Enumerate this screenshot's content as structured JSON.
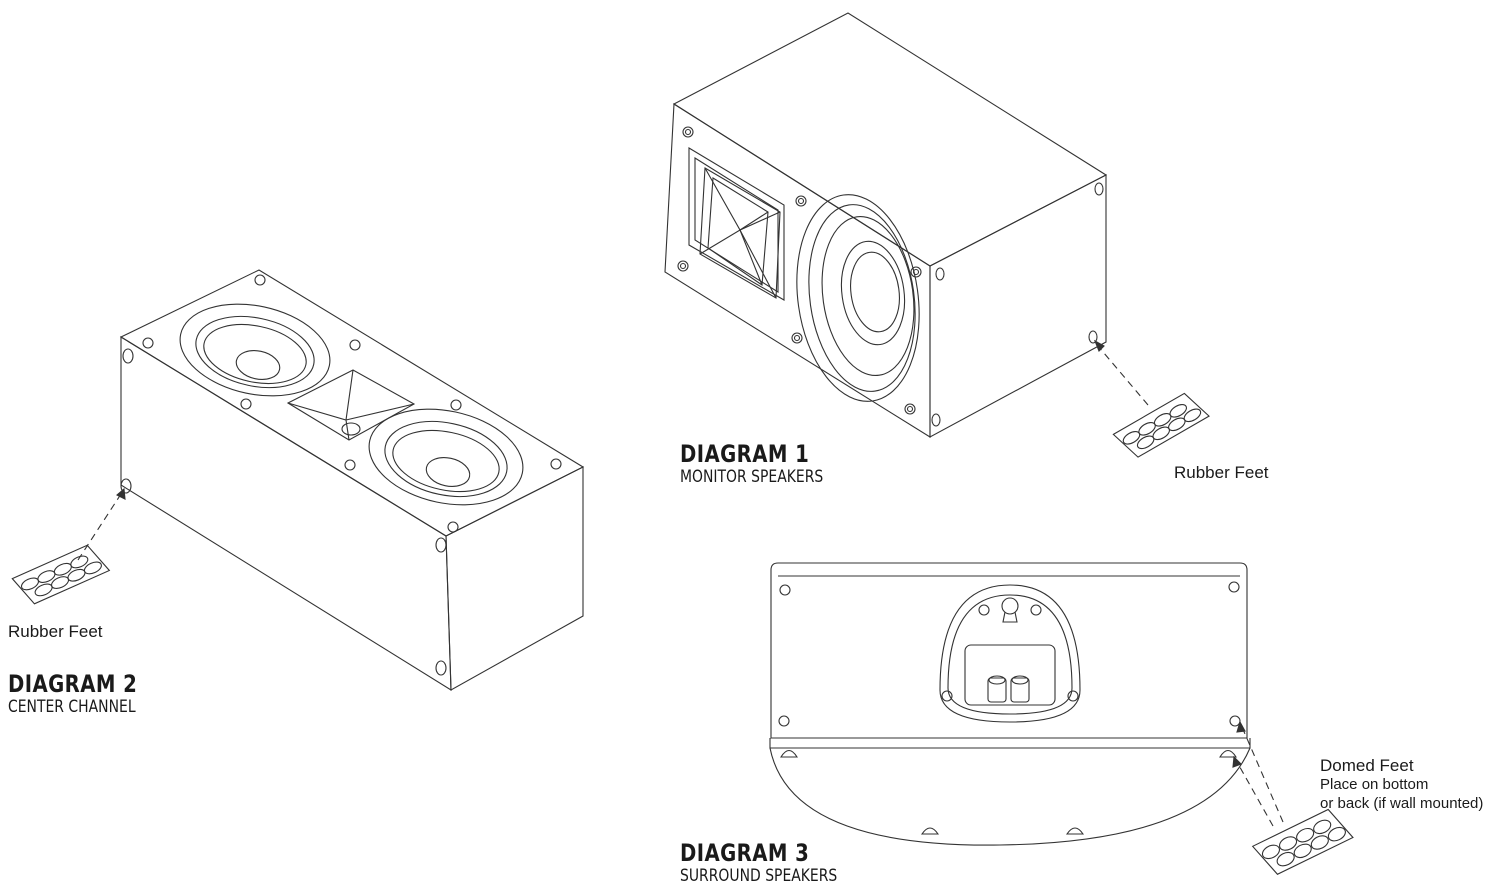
{
  "diagram1": {
    "title": "DIAGRAM 1",
    "subtitle": "MONITOR SPEAKERS",
    "feet_label": "Rubber Feet"
  },
  "diagram2": {
    "title": "DIAGRAM 2",
    "subtitle": "CENTER CHANNEL",
    "feet_label": "Rubber Feet"
  },
  "diagram3": {
    "title": "DIAGRAM 3",
    "subtitle": "SURROUND SPEAKERS",
    "feet_label": "Domed Feet",
    "note_line1": "Place on bottom",
    "note_line2": "or back (if wall mounted)"
  },
  "colors": {
    "line": "#333333",
    "text": "#1a1a1a",
    "background": "#ffffff"
  }
}
